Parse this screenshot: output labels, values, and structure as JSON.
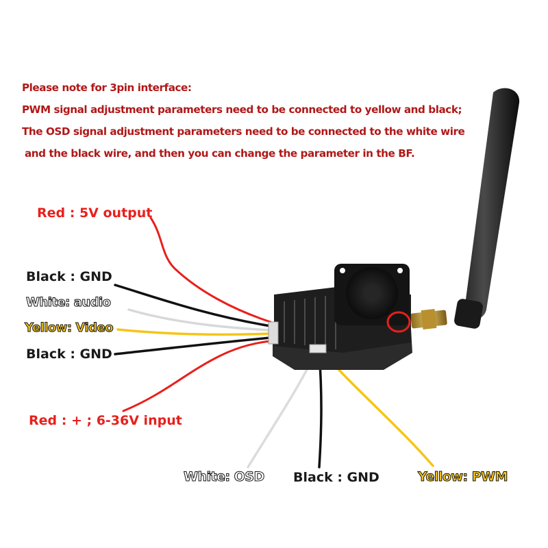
{
  "note": {
    "lines": [
      "Please note for 3pin interface:",
      "PWM signal adjustment parameters need to be connected to yellow and black;",
      "The OSD signal adjustment parameters need to be connected to the white wire",
      "and the black wire, and then you can change the parameter in the BF."
    ],
    "color": "#b01818"
  },
  "labels": {
    "red_5v": "Red : 5V output",
    "black_gnd_1": "Black :  GND",
    "white_audio": "White: audio",
    "yellow_video": "Yellow: Video",
    "black_gnd_2": "Black :  GND",
    "red_input": "Red : +  ; 6-36V input",
    "white_osd": "White: OSD",
    "black_gnd_3": "Black :  GND",
    "yellow_pwm": "Yellow: PWM"
  },
  "colors": {
    "red_wire": "#e8201c",
    "yellow_wire": "#f5c518",
    "black_wire": "#111111",
    "white_wire": "#f2f2f2",
    "heatsink": "#1e1e1e",
    "antenna": "#151515",
    "gold": "#c9a23a"
  }
}
